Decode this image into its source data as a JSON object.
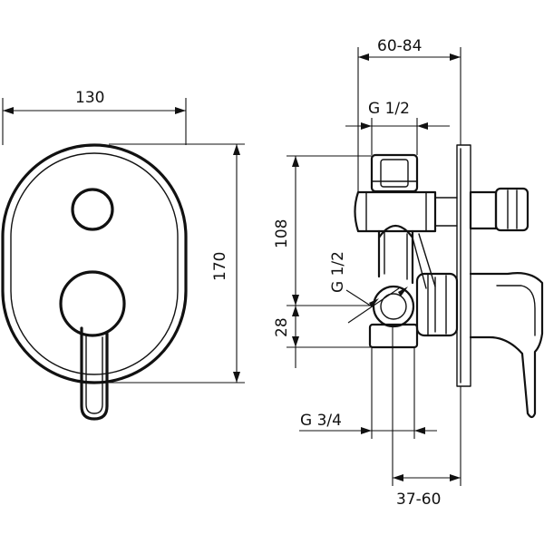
{
  "dimensions": {
    "front_width": "130",
    "front_height": "170",
    "depth_range": "60-84",
    "thread_top": "G 1/2",
    "thread_vertical": "G 1/2",
    "height_108": "108",
    "height_28": "28",
    "thread_bottom": "G 3/4",
    "install_range": "37-60"
  }
}
